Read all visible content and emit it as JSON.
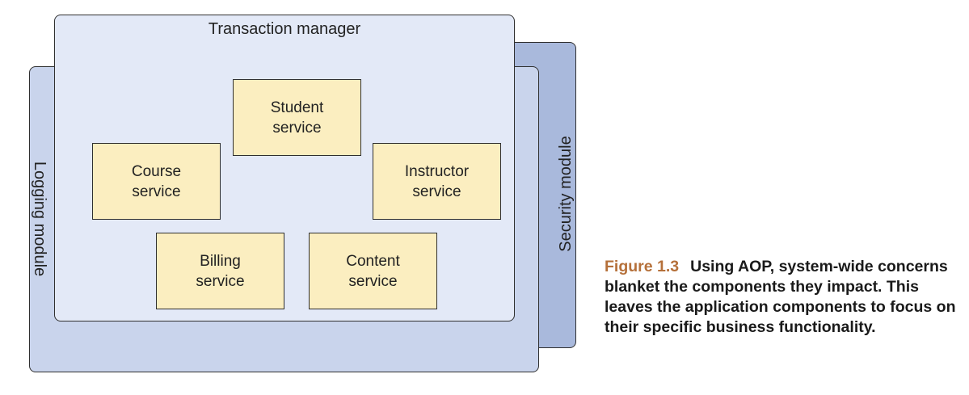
{
  "diagram": {
    "layers": {
      "security": "Security module",
      "logging": "Logging module",
      "transaction": "Transaction manager"
    },
    "services": {
      "student": "Student\nservice",
      "course": "Course\nservice",
      "instructor": "Instructor\nservice",
      "billing": "Billing\nservice",
      "content": "Content\nservice"
    }
  },
  "caption": {
    "label": "Figure 1.3",
    "text": "Using AOP, system-wide concerns blanket the components they impact. This leaves the application components to focus on their specific business functionality."
  },
  "colors": {
    "security_fill": "#a9b9dc",
    "logging_fill": "#c9d4ec",
    "transaction_fill": "#e3e9f7",
    "service_fill": "#fbeec0",
    "caption_label": "#b5703a"
  }
}
